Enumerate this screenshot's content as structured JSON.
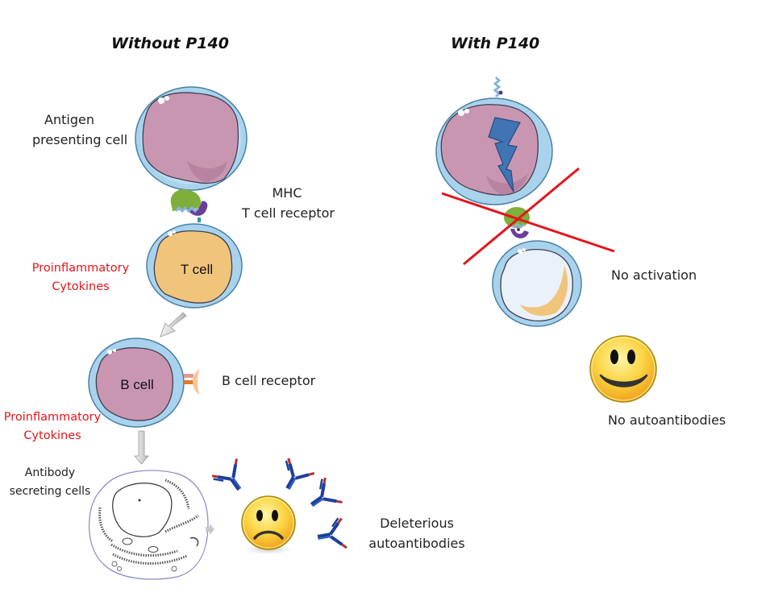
{
  "panels": {
    "left": {
      "title": "Without P140",
      "apc_label": [
        "Antigen",
        "presenting cell"
      ],
      "interaction_label": [
        "MHC",
        "T cell receptor"
      ],
      "t_cell_label": "T cell",
      "t_cytokines_label": [
        "Proinflammatory",
        "Cytokines"
      ],
      "b_cell_label": "B cell",
      "b_receptor_label": "B cell receptor",
      "b_cytokines_label": [
        "Proinflammatory",
        "Cytokines"
      ],
      "asc_label": [
        "Antibody",
        "secreting cells"
      ],
      "outcome_label": [
        "Deleterious",
        "autoantibodies"
      ],
      "outcome_icon": "sad-face-icon"
    },
    "right": {
      "title": "With P140",
      "apc_icon": "lightning-bolt-icon",
      "blocked_icon": "red-cross-icon",
      "activation_label": "No activation",
      "outcome_label": "No autoantibodies",
      "outcome_icon": "happy-face-icon"
    }
  },
  "colors": {
    "membrane": "#a9d3ec",
    "nucleus_pink": "#c996b2",
    "nucleus_orange": "#f0c47a",
    "mhc_green": "#7fae3a",
    "tcr_purple": "#6a3f9a",
    "cross_red": "#e3151a",
    "bolt_blue": "#3f74b5",
    "antibody_blue": "#1d3f9c",
    "antibody_red": "#b4302c",
    "cytokine_red": "#e3151a"
  }
}
